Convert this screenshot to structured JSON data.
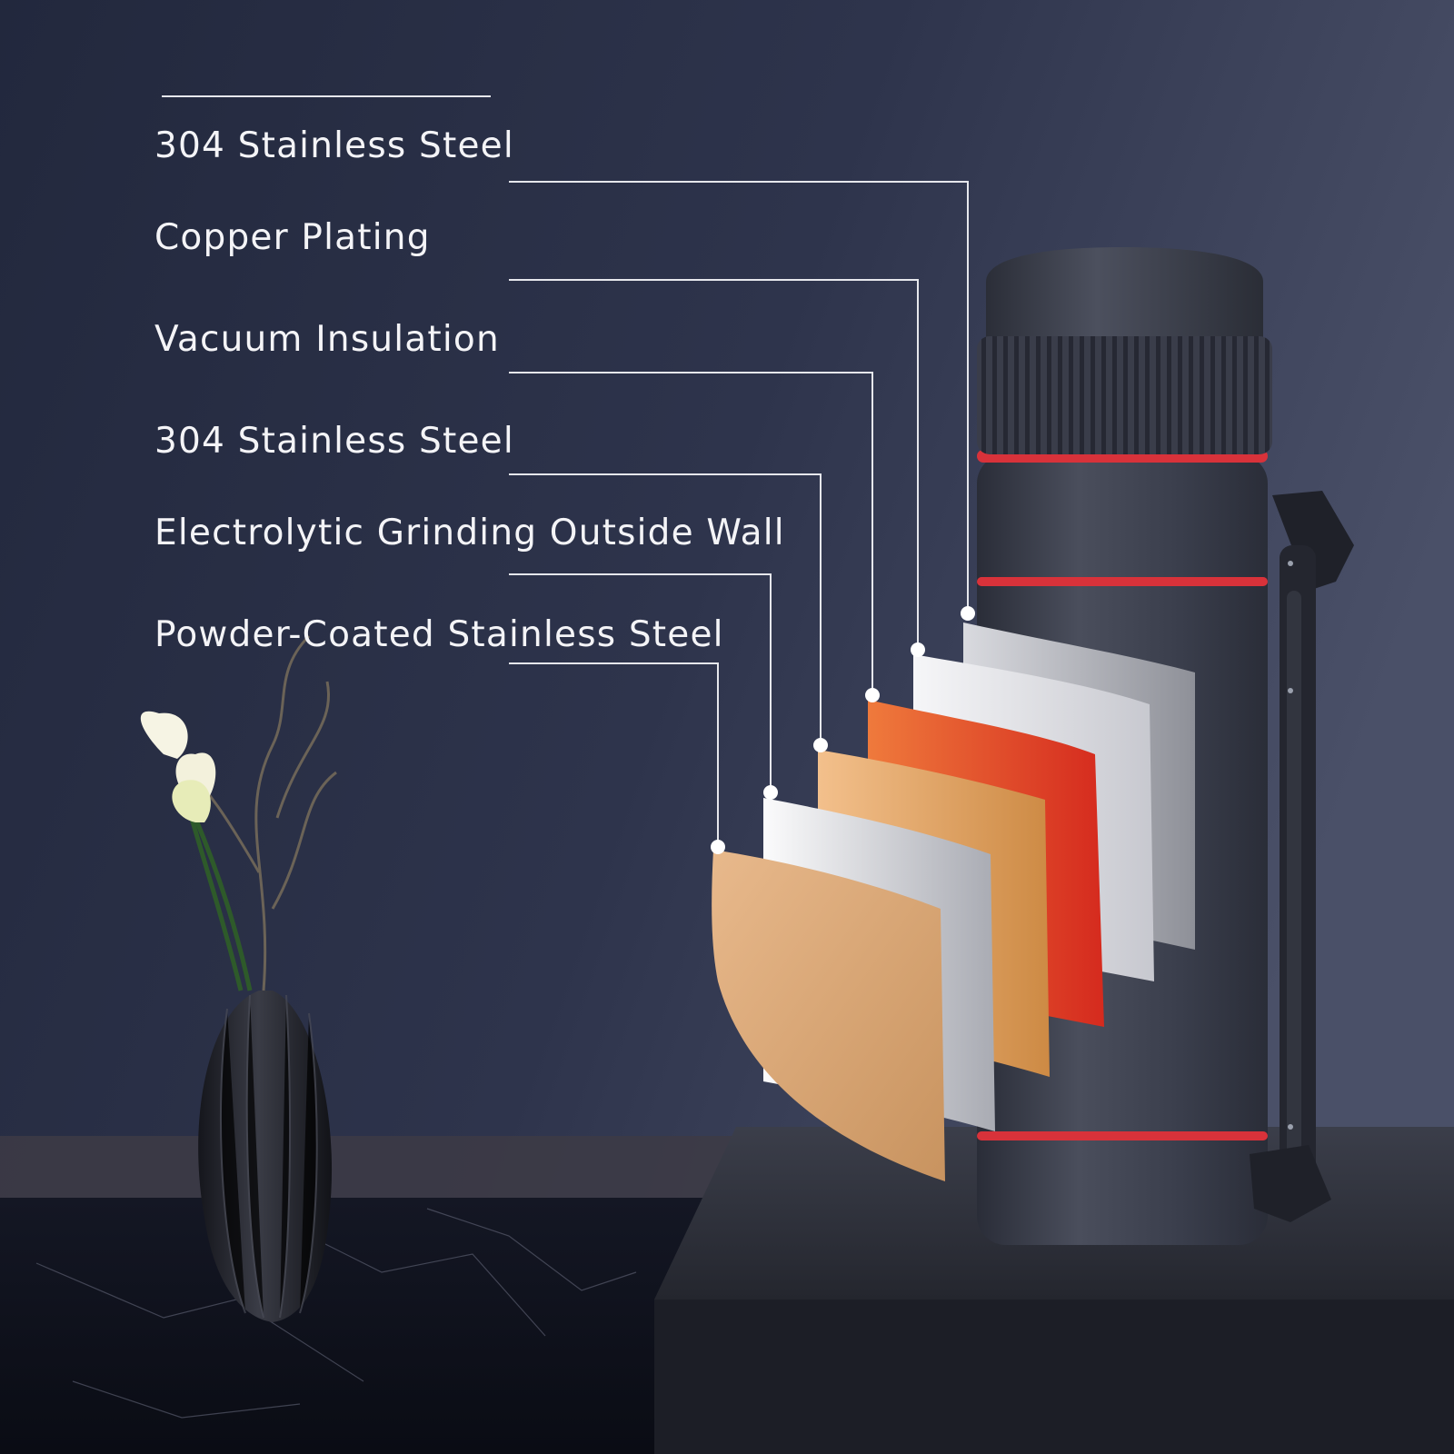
{
  "layers": [
    {
      "label": "304 Stainless Steel"
    },
    {
      "label": "Copper Plating"
    },
    {
      "label": "Vacuum Insulation"
    },
    {
      "label": "304 Stainless Steel"
    },
    {
      "label": "Electrolytic Grinding Outside Wall"
    },
    {
      "label": "Powder-Coated Stainless Steel"
    }
  ],
  "colors": {
    "background": "#2a2f45",
    "text": "#f4f4f7",
    "accent_red": "#d8323a",
    "bottle": "#3d4150"
  }
}
